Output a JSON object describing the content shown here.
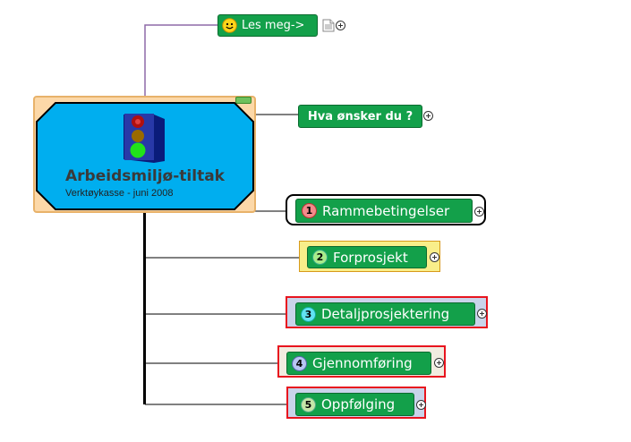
{
  "central": {
    "title": "Arbeidsmiljø-tiltak",
    "subtitle": "Verktøykasse - juni 2008",
    "icon": "traffic-light-icon"
  },
  "topics": {
    "les_meg": {
      "label": "Les meg->",
      "icon": "smiley-icon",
      "note_icon": "note-icon"
    },
    "hva_onsker": {
      "label": "Hva ønsker du ?"
    },
    "branches": [
      {
        "number": "1",
        "label": "Rammebetingelser"
      },
      {
        "number": "2",
        "label": "Forprosjekt"
      },
      {
        "number": "3",
        "label": "Detaljprosjektering"
      },
      {
        "number": "4",
        "label": "Gjennomføring"
      },
      {
        "number": "5",
        "label": "Oppfølging"
      }
    ]
  },
  "colors": {
    "topic_green": "#13a04a",
    "central_blue": "#00aeef",
    "frame_orange": "#f2c27f",
    "branch1_frame": "#000000",
    "branch2_bg": "#f9ee8a",
    "branch_red_frame": "#e8141e",
    "branch_bg_blue": "#c9d4ea"
  }
}
